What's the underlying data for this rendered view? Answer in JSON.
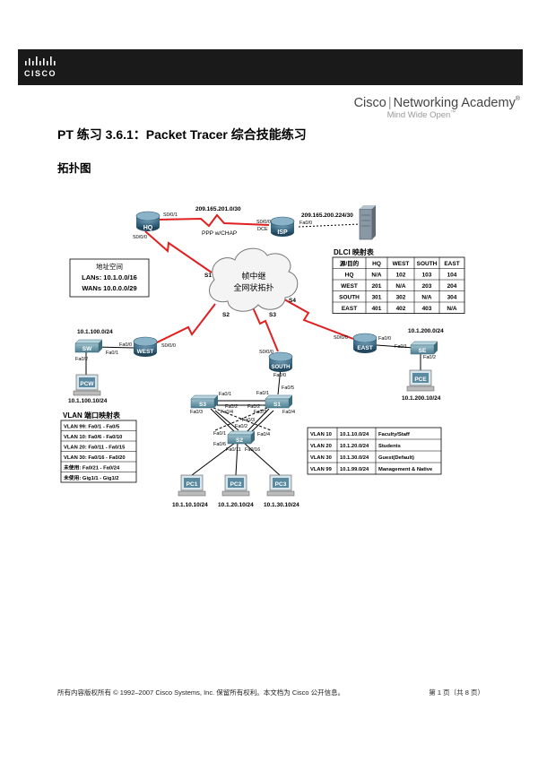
{
  "header": {
    "brand_word": "CISCO",
    "academy_left": "Cisco",
    "academy_right": "Networking Academy",
    "tagline": "Mind Wide Open",
    "reg_mark": "®",
    "tm_mark": "™"
  },
  "doc": {
    "title": "PT 练习 3.6.1：Packet Tracer 综合技能练习",
    "section_title": "拓扑图"
  },
  "topology": {
    "devices": {
      "hq": "HQ",
      "isp": "ISP",
      "sw": "SW",
      "west": "WEST",
      "south": "SOUTH",
      "east": "EAST",
      "se": "SE",
      "pcw": "PCW",
      "pce": "PCE",
      "s1": "S1",
      "s2": "S2",
      "s3": "S3",
      "pc1": "PC1",
      "pc2": "PC2",
      "pc3": "PC3"
    },
    "cloud_line1": "帧中继",
    "cloud_line2": "全网状拓扑",
    "links": {
      "hq_isp_net": "209.165.201.0/30",
      "hq_s001": "S0/0/1",
      "hq_s000": "S0/0/0",
      "isp_s000": "S0/0/0",
      "isp_dce": "DCE",
      "isp_fa00": "Fa0/0",
      "ppp": "PPP w/CHAP",
      "isp_server_net": "209.165.200.224/30",
      "s1_label": "S1",
      "s2_label": "S2",
      "s3_label": "S3",
      "s4_label": "S4",
      "sw_net": "10.1.100.0/24",
      "sw_fa00": "Fa0/0",
      "sw_fa01": "Fa0/1",
      "sw_fa02": "Fa0/2",
      "west_s000": "S0/0/0",
      "pcw_ip": "10.1.100.10/24",
      "east_s000": "S0/0/0",
      "east_fa00": "Fa0/0",
      "east_fa01": "Fa0/1",
      "se_net": "10.1.200.0/24",
      "se_fa02": "Fa0/2",
      "pce_ip": "10.1.200.10/24",
      "south_s000": "S0/0/0",
      "south_fa00": "Fa0/0",
      "s3_fa01": "Fa0/1",
      "s3_fa03": "Fa0/3",
      "s3_fa04": "Fa0/4",
      "s3_fa02": "Fa0/2",
      "s1_fa01": "Fa0/1",
      "s1_fa05": "Fa0/5",
      "s1_fa02": "Fa0/2",
      "s1_fa03": "Fa0/3",
      "s1_fa04": "Fa0/4",
      "s2_fa03": "Fa0/3",
      "s2_fa02": "Fa0/2",
      "s2_fa01": "Fa0/1",
      "s2_fa04": "Fa0/4",
      "s2_fa06": "Fa0/6",
      "s2_fa011": "Fa0/11",
      "s2_fa016": "Fa0/16",
      "pc1_ip": "10.1.10.10/24",
      "pc2_ip": "10.1.20.10/24",
      "pc3_ip": "10.1.30.10/24"
    },
    "address_space": {
      "title": "地址空间",
      "lans": "LANs: 10.1.0.0/16",
      "wans": "WANs 10.0.0.0/29"
    },
    "dlci": {
      "title": "DLCI 映射表",
      "header": [
        "源/目的",
        "HQ",
        "WEST",
        "SOUTH",
        "EAST"
      ],
      "rows": [
        [
          "HQ",
          "N/A",
          "102",
          "103",
          "104"
        ],
        [
          "WEST",
          "201",
          "N/A",
          "203",
          "204"
        ],
        [
          "SOUTH",
          "301",
          "302",
          "N/A",
          "304"
        ],
        [
          "EAST",
          "401",
          "402",
          "403",
          "N/A"
        ]
      ]
    },
    "vlan_ports": {
      "title": "VLAN 端口映射表",
      "rows": [
        "VLAN 99: Fa0/1 - Fa0/5",
        "VLAN 10: Fa0/6 - Fa0/10",
        "VLAN 20: Fa0/11 - Fa0/15",
        "VLAN 30: Fa0/16 - Fa0/20",
        "未使用: Fa0/21 - Fa0/24",
        "未使用: Gig1/1 - Gig1/2"
      ]
    },
    "vlan_table": [
      [
        "VLAN 10",
        "10.1.10.0/24",
        "Faculty/Staff"
      ],
      [
        "VLAN 20",
        "10.1.20.0/24",
        "Students"
      ],
      [
        "VLAN 30",
        "10.1.30.0/24",
        "Guest(Default)"
      ],
      [
        "VLAN 99",
        "10.1.99.0/24",
        "Management & Native"
      ]
    ]
  },
  "footer": {
    "left": "所有内容版权所有 © 1992–2007 Cisco Systems, Inc. 保留所有权利。本文档为 Cisco 公开信息。",
    "right": "第 1 页（共 8 页）"
  },
  "colors": {
    "router": "#3e6f8c",
    "switch": "#5a8a9c",
    "serial_link": "#e02020",
    "header_bar": "#1a1a1a"
  }
}
